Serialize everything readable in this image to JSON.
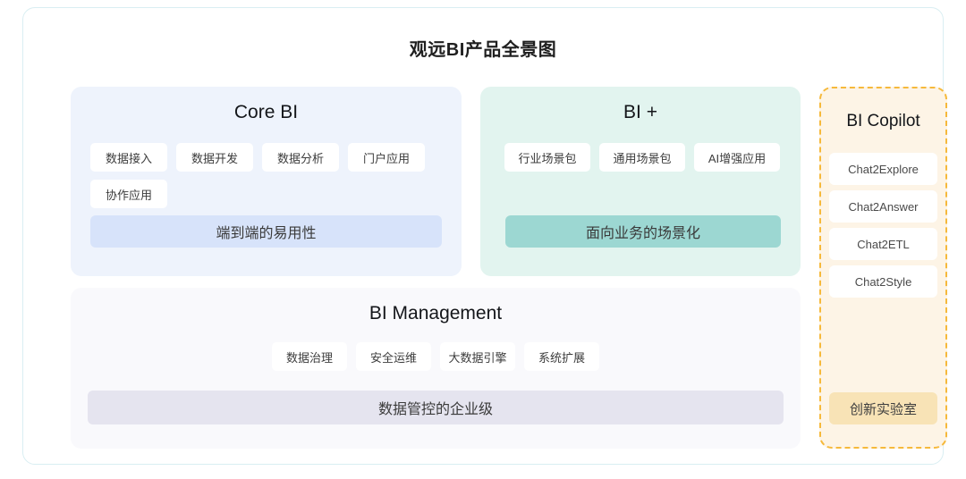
{
  "page": {
    "title": "观远BI产品全景图"
  },
  "sections": {
    "core_bi": {
      "title": "Core BI",
      "chips": [
        "数据接入",
        "数据开发",
        "数据分析",
        "门户应用",
        "协作应用"
      ],
      "band": "端到端的易用性",
      "bg_color": "#eef3fc",
      "band_color": "#d7e3fa"
    },
    "bi_plus": {
      "title": "BI +",
      "chips": [
        "行业场景包",
        "通用场景包",
        "AI增强应用"
      ],
      "band": "面向业务的场景化",
      "bg_color": "#e2f4ef",
      "band_color": "#9cd7d2"
    },
    "bi_management": {
      "title": "BI Management",
      "chips": [
        "数据治理",
        "安全运维",
        "大数据引擎",
        "系统扩展"
      ],
      "band": "数据管控的企业级",
      "bg_color": "#f9f9fc",
      "band_color": "#e5e4ef"
    },
    "bi_copilot": {
      "title": "BI Copilot",
      "chips": [
        "Chat2Explore",
        "Chat2Answer",
        "Chat2ETL",
        "Chat2Style"
      ],
      "band": "创新实验室",
      "bg_color": "#fdf4e6",
      "band_color": "#f8e3b6",
      "border_color": "#f6b93b"
    }
  }
}
